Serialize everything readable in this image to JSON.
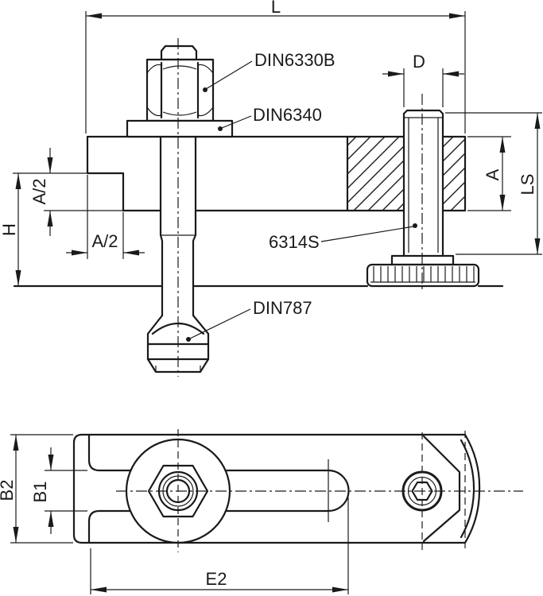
{
  "dimensions": {
    "overall_length": "L",
    "diameter": "D",
    "thickness": "A",
    "screw_length": "LS",
    "height": "H",
    "half_a_vertical": "A/2",
    "half_a_horizontal": "A/2",
    "plate_width": "B2",
    "slot_width": "B1",
    "slot_length": "E2"
  },
  "parts": {
    "nut": "DIN6330B",
    "washer": "DIN6340",
    "support_screw": "6314S",
    "t_bolt": "DIN787"
  },
  "colors": {
    "line": "#1a1a1a",
    "background": "#ffffff"
  }
}
